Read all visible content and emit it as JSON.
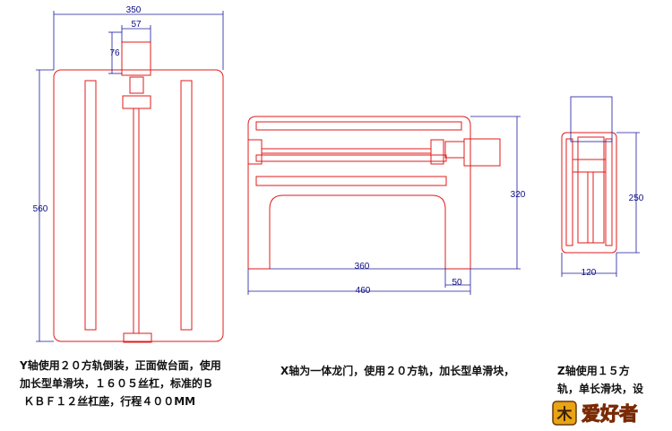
{
  "dimensions": {
    "y_width": "350",
    "y_motor_width": "57",
    "y_motor_height": "76",
    "y_height": "560",
    "x_height": "320",
    "x_inner_width": "360",
    "x_width": "460",
    "x_leg": "50",
    "z_height": "250",
    "z_width": "120"
  },
  "captions": {
    "y_axis": "Y轴使用２０方轨倒装，正面做台面，使用\n加长型单滑块，１６０５丝杠，标准的Ｂ\n ＫＢＦ１２丝杠座，行程４００MM",
    "x_axis": "X轴为一体龙门，使用２０方轨，加长型单滑块，",
    "z_axis": "Z轴使用１５方\n轨，单长滑块，设"
  },
  "logo": {
    "text": "爱好者",
    "badge": "木"
  },
  "colors": {
    "part_line": "#e01b1b",
    "dim_line": "#1a1a9e",
    "logo_fill": "#e8a316"
  }
}
